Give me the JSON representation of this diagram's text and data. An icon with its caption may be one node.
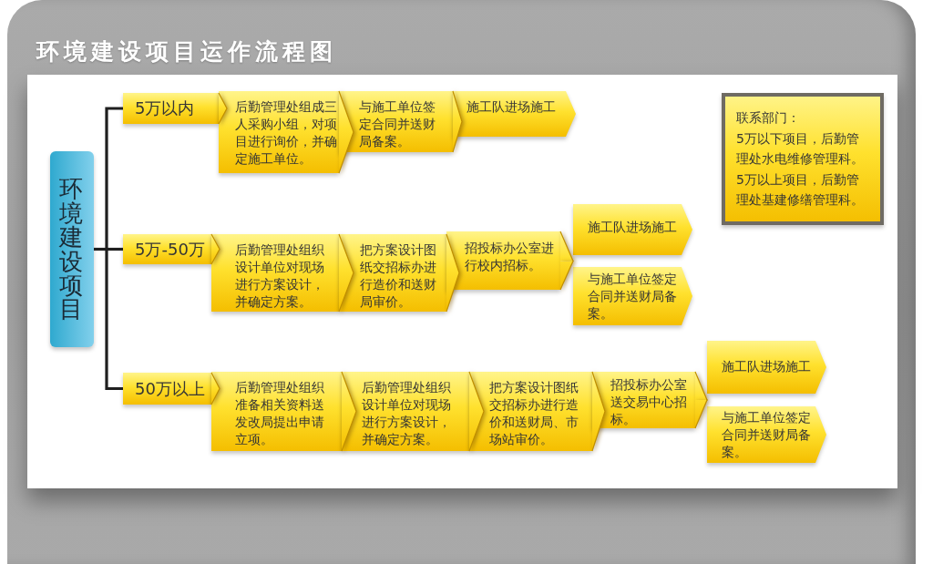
{
  "diagram": {
    "title": "环境建设项目运作流程图",
    "nodes": [
      {
        "text": [
          "环境建设项目"
        ]
      },
      {
        "text": [
          "5万以内"
        ]
      },
      {
        "text": [
          "后勤管理处组成三人采购小组，对项目进行询价，并确定施工单位。"
        ]
      },
      {
        "text": [
          "与施工单位签定合同并送财局备案。"
        ]
      },
      {
        "text": [
          "施工队进场施工"
        ]
      },
      {
        "text": [
          "5万-50万"
        ]
      },
      {
        "text": [
          "后勤管理处组织设计单位对现场进行方案设计，并确定方案。"
        ]
      },
      {
        "text": [
          "把方案设计图纸交招标办进行造价和送财局审价。"
        ]
      },
      {
        "text": [
          "招投标办公室进行校内招标。"
        ]
      },
      {
        "text": [
          "施工队进场施工"
        ]
      },
      {
        "text": [
          "与施工单位签定合同并送财局备案。"
        ]
      },
      {
        "text": [
          "50万以上"
        ]
      },
      {
        "text": [
          "后勤管理处组织准备相关资料送发改局提出申请立项。"
        ]
      },
      {
        "text": [
          "后勤管理处组织设计单位对现场进行方案设计，并确定方案。"
        ]
      },
      {
        "text": [
          "把方案设计图纸交招标办进行造价和送财局、市场站审价。"
        ]
      },
      {
        "text": [
          "招投标办公室送交易中心招标。"
        ]
      },
      {
        "text": [
          "施工队进场施工"
        ]
      },
      {
        "text": [
          "与施工单位签定合同并送财局备案。"
        ]
      },
      {
        "text": [
          "联系部门：",
          "5万以下项目，后勤管理处水电维修管理科。",
          "5万以上项目，后勤管理处基建修缮管理科。"
        ]
      }
    ],
    "edges": [
      {
        "from": 0,
        "to": 1,
        "arrow": "none"
      },
      {
        "from": 0,
        "to": 5,
        "arrow": "none"
      },
      {
        "from": 0,
        "to": 11,
        "arrow": "none"
      },
      {
        "from": 1,
        "to": 2,
        "arrow": "to"
      },
      {
        "from": 2,
        "to": 3,
        "arrow": "to"
      },
      {
        "from": 3,
        "to": 4,
        "arrow": "to"
      },
      {
        "from": 5,
        "to": 6,
        "arrow": "to"
      },
      {
        "from": 6,
        "to": 7,
        "arrow": "to"
      },
      {
        "from": 7,
        "to": 8,
        "arrow": "to"
      },
      {
        "from": 8,
        "to": 9,
        "arrow": "to"
      },
      {
        "from": 8,
        "to": 10,
        "arrow": "to"
      },
      {
        "from": 11,
        "to": 12,
        "arrow": "to"
      },
      {
        "from": 12,
        "to": 13,
        "arrow": "to"
      },
      {
        "from": 13,
        "to": 14,
        "arrow": "to"
      },
      {
        "from": 14,
        "to": 15,
        "arrow": "to"
      },
      {
        "from": 15,
        "to": 16,
        "arrow": "to"
      },
      {
        "from": 15,
        "to": 17,
        "arrow": "to"
      }
    ]
  }
}
